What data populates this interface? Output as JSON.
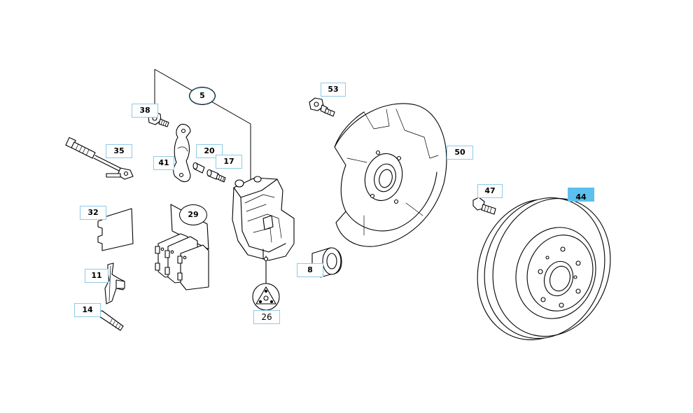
{
  "diagram": {
    "highlight_color": "#5bc0ee",
    "callout_border_color": "#8ecbe6",
    "selected_part": "44",
    "callouts": {
      "c5": "5",
      "c8": "8",
      "c11": "11",
      "c14": "14",
      "c17": "17",
      "c20": "20",
      "c26": "26",
      "c29": "29",
      "c32": "32",
      "c35": "35",
      "c38": "38",
      "c41": "41",
      "c44": "44",
      "c47": "47",
      "c50": "50",
      "c53": "53"
    }
  }
}
